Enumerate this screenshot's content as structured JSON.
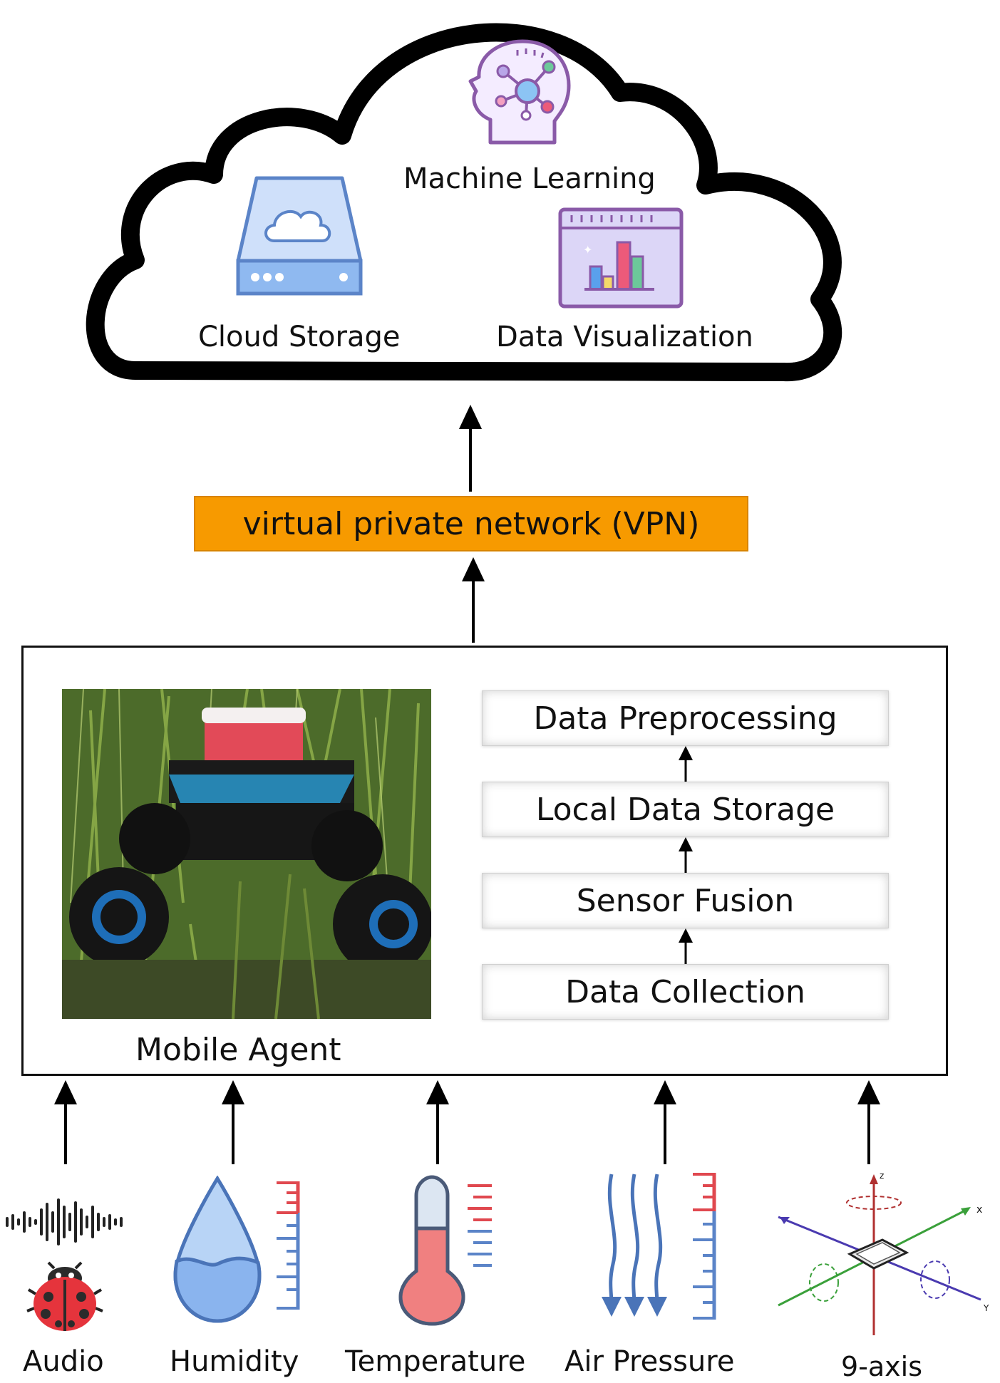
{
  "cloud": {
    "machine_learning": "Machine Learning",
    "cloud_storage": "Cloud Storage",
    "data_visualization": "Data Visualization"
  },
  "vpn_label": "virtual private network (VPN)",
  "mobile_agent_label": "Mobile Agent",
  "pipeline_steps": [
    "Data Preprocessing",
    "Local Data Storage",
    "Sensor Fusion",
    "Data Collection"
  ],
  "sensors": [
    "Audio",
    "Humidity",
    "Temperature",
    "Air Pressure",
    "9-axis"
  ],
  "axis_labels": {
    "z": "z",
    "x": "x",
    "y": "Y"
  },
  "colors": {
    "vpn": "#f79a00",
    "cloud_outline": "#000000",
    "storage_blue": "#8fb9f0",
    "thermo_red": "#f08080",
    "scale_red": "#e0484f",
    "scale_blue": "#5b84c8",
    "water_blue": "#8ab4ee"
  }
}
